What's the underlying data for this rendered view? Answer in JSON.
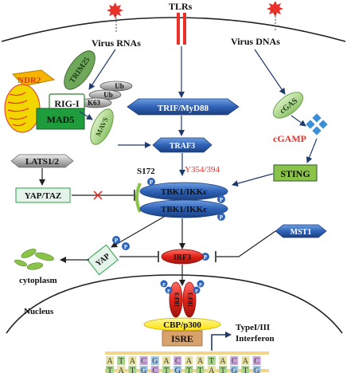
{
  "membrane": {
    "label": "TLRs"
  },
  "ligands": {
    "virus_rnas": "Virus RNAs",
    "virus_dnas": "Virus DNAs"
  },
  "rig_complex": {
    "ndr2": "NDR2",
    "trim25": "TRIM25",
    "rig_i": "RIG-I",
    "mad5": "MAD5",
    "ub1": "Ub",
    "ub2": "Ub",
    "k63": "K63",
    "mavs": "MAVS"
  },
  "trif": "TRIF/MyD88",
  "traf3": "TRAF3",
  "cgas": "cGAS",
  "cgamp": "cGAMP",
  "sting": "STING",
  "lats": "LATS1/2",
  "yaptaz": "YAP/TAZ",
  "tbk1": {
    "label1": "TBK1/IKKε",
    "label2": "TBK1/IKKε",
    "s172": "S172",
    "y354": "Y354/394"
  },
  "phospho": "P",
  "mst1": "MST1",
  "irf3": "IRF3",
  "yap": "YAP",
  "cytoplasm": "cytoplasm",
  "nucleus": "Nucleus",
  "dimer": {
    "a": "IRF3",
    "b": "IRF3"
  },
  "cbp": "CBP/p300",
  "isre": "ISRE",
  "output": {
    "line1": "TypeI/III",
    "line2": "Interferon"
  },
  "dna": {
    "top": [
      "A",
      "T",
      "A",
      "C",
      "G",
      "A",
      "C",
      "A",
      "A",
      "T",
      "A",
      "C",
      "A",
      "C"
    ],
    "bottom": [
      "T",
      "A",
      "T",
      "G",
      "C",
      "T",
      "G",
      "T",
      "T",
      "A",
      "T",
      "G",
      "T",
      "G"
    ]
  },
  "colors": {
    "red": "#e8312a",
    "blue": "#2f63b8",
    "green": "#2e9e46",
    "lightgreen": "#b6d98f",
    "orange": "#f6b300",
    "yellow": "#ffee00"
  }
}
